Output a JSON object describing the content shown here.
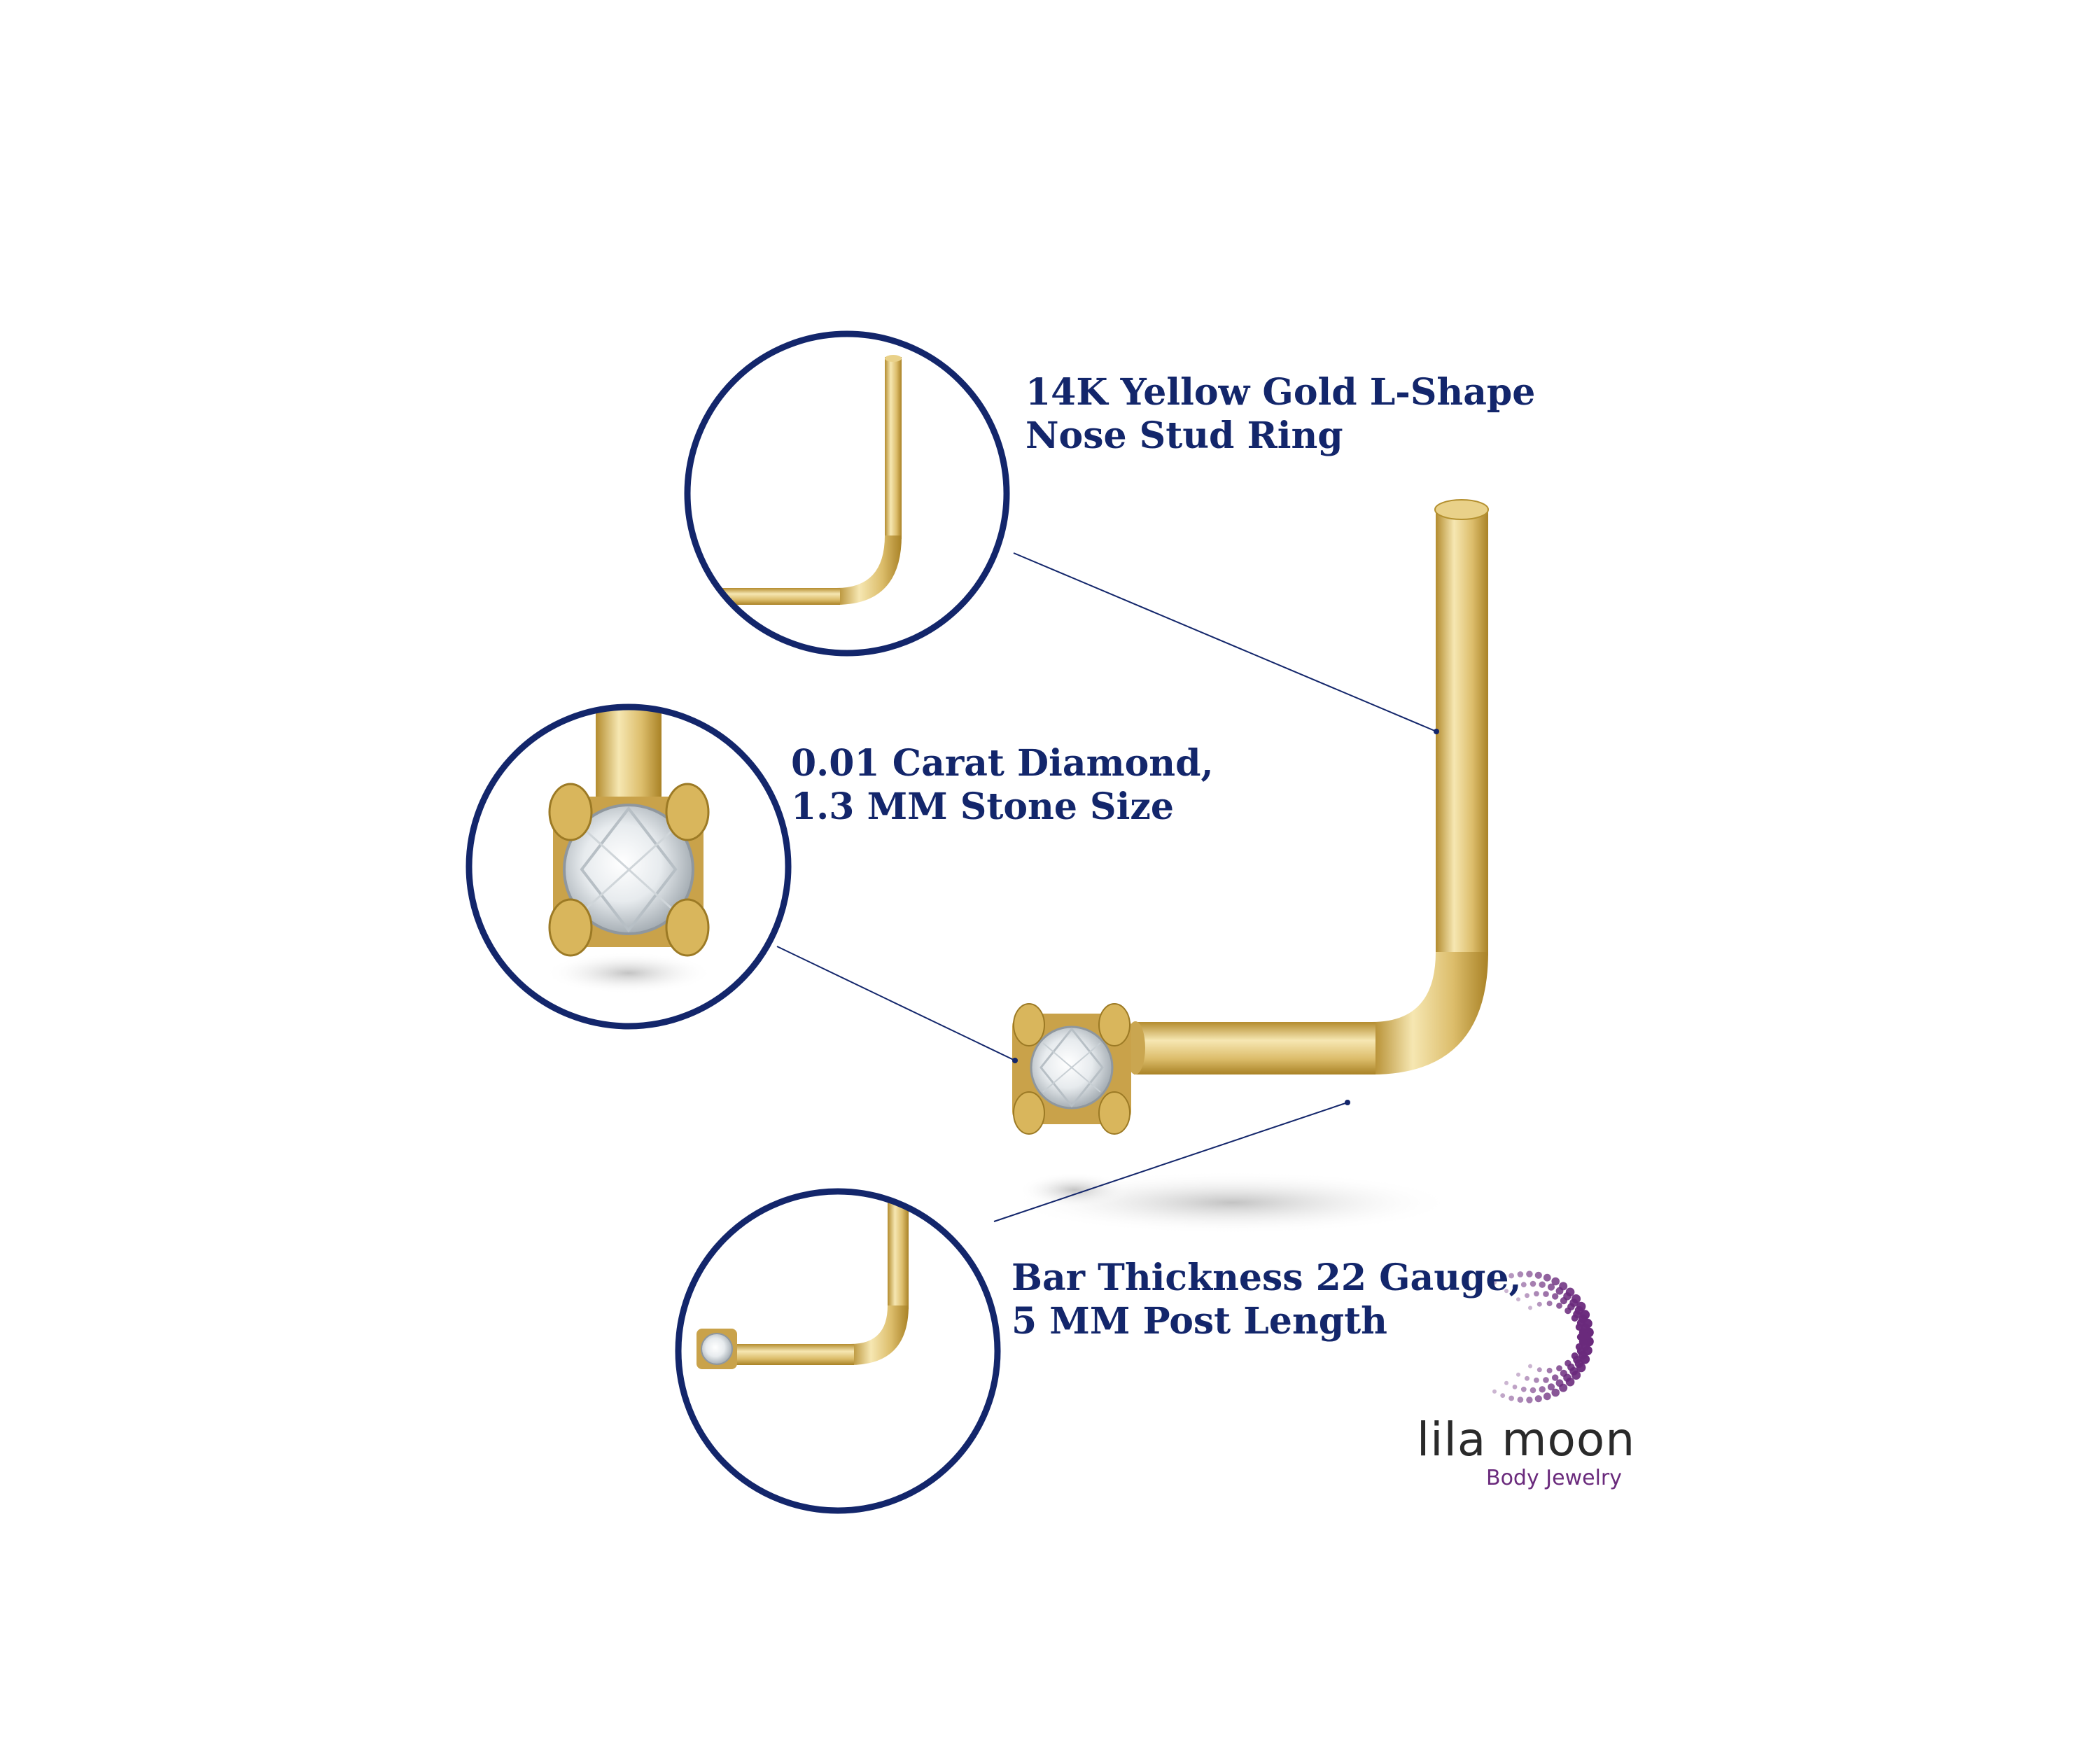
{
  "colors": {
    "accent_navy": "#13266b",
    "gold_light": "#f4e2a7",
    "gold_mid": "#dcbd6b",
    "gold_dark": "#a98226",
    "brand_text": "#2a2a2a",
    "brand_purple": "#6a2a7c",
    "background": "#ffffff"
  },
  "callouts": [
    {
      "line1": "14K Yellow Gold L-Shape",
      "line2": "Nose Stud Ring",
      "icon": "l-shape-bend-closeup-icon"
    },
    {
      "line1": "0.01 Carat Diamond,",
      "line2": "1.3 MM Stone Size",
      "icon": "prong-diamond-closeup-icon"
    },
    {
      "line1": "Bar Thickness 22 Gauge,",
      "line2": "5 MM Post Length",
      "icon": "full-stud-profile-icon"
    }
  ],
  "brand": {
    "name": "lila moon",
    "tagline": "Body Jewelry",
    "icon": "dotted-crescent-moon-icon"
  }
}
